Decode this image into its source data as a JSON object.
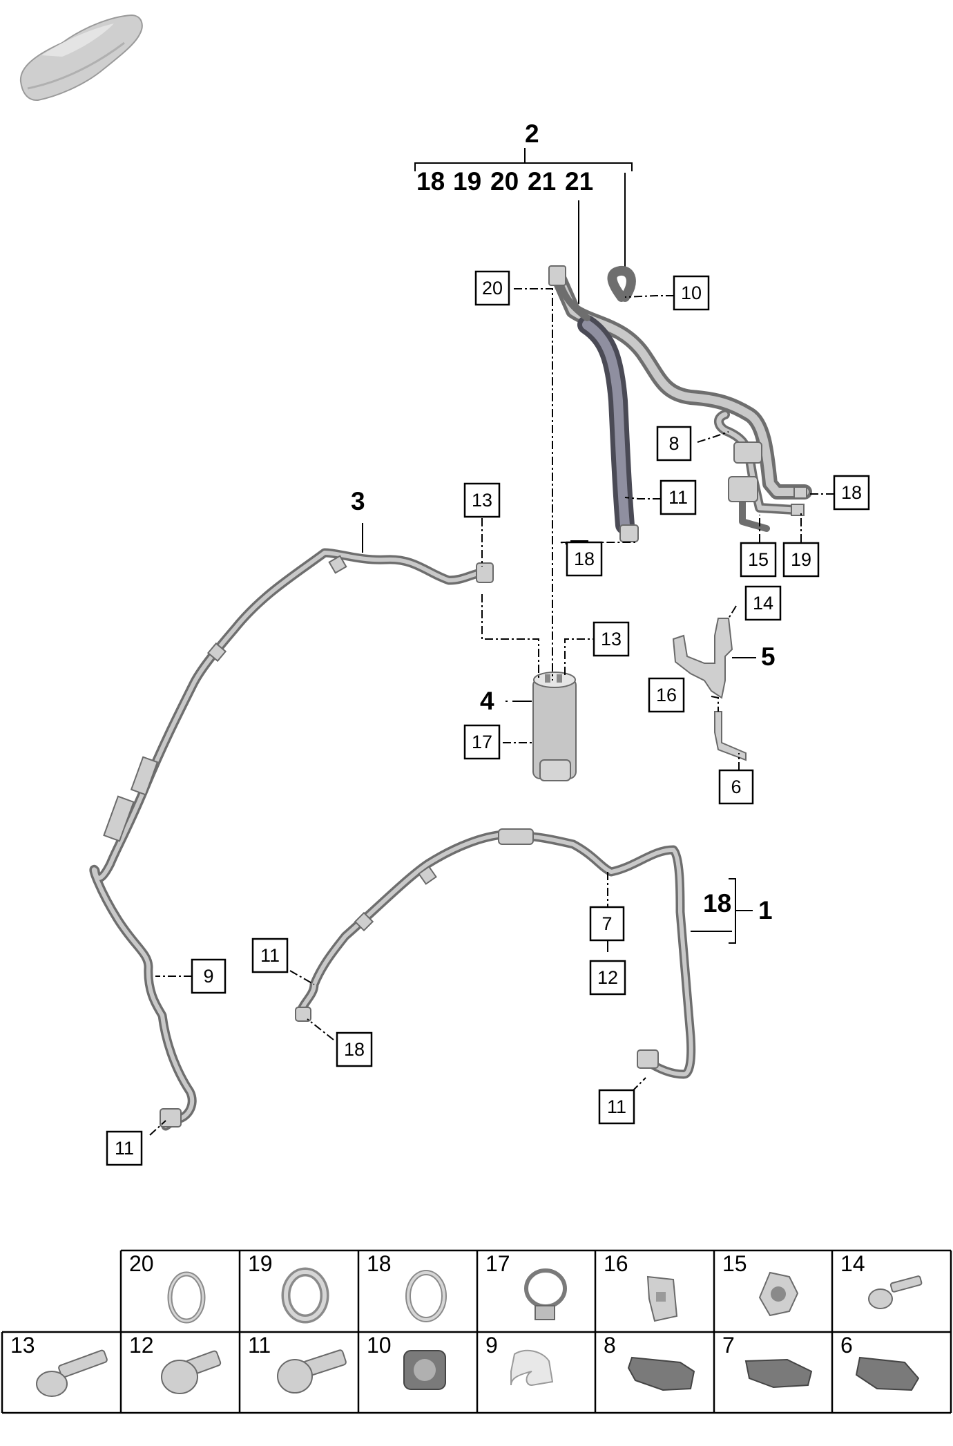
{
  "assembly_labels": {
    "a1": "1",
    "a2": "2",
    "a3": "3",
    "a4": "4",
    "a5": "5",
    "a1_sub": "18",
    "a2_subs": [
      "18",
      "19",
      "20",
      "21",
      "21"
    ]
  },
  "callouts": [
    {
      "id": "c-20-top",
      "text": "20"
    },
    {
      "id": "c-10",
      "text": "10"
    },
    {
      "id": "c-8",
      "text": "8"
    },
    {
      "id": "c-11-hose",
      "text": "11"
    },
    {
      "id": "c-18-right",
      "text": "18"
    },
    {
      "id": "c-13-top",
      "text": "13"
    },
    {
      "id": "c-18-mid",
      "text": "18"
    },
    {
      "id": "c-15",
      "text": "15"
    },
    {
      "id": "c-19",
      "text": "19"
    },
    {
      "id": "c-14",
      "text": "14"
    },
    {
      "id": "c-13-dryer",
      "text": "13"
    },
    {
      "id": "c-16",
      "text": "16"
    },
    {
      "id": "c-17",
      "text": "17"
    },
    {
      "id": "c-6",
      "text": "6"
    },
    {
      "id": "c-7",
      "text": "7"
    },
    {
      "id": "c-12",
      "text": "12"
    },
    {
      "id": "c-11-left",
      "text": "11"
    },
    {
      "id": "c-9",
      "text": "9"
    },
    {
      "id": "c-18-bottom",
      "text": "18"
    },
    {
      "id": "c-11-bottom-left",
      "text": "11"
    },
    {
      "id": "c-11-bottom-right",
      "text": "11"
    }
  ],
  "parts_table": {
    "row1": [
      "20",
      "19",
      "18",
      "17",
      "16",
      "15",
      "14"
    ],
    "row2": [
      "13",
      "12",
      "11",
      "10",
      "9",
      "8",
      "7",
      "6"
    ]
  }
}
